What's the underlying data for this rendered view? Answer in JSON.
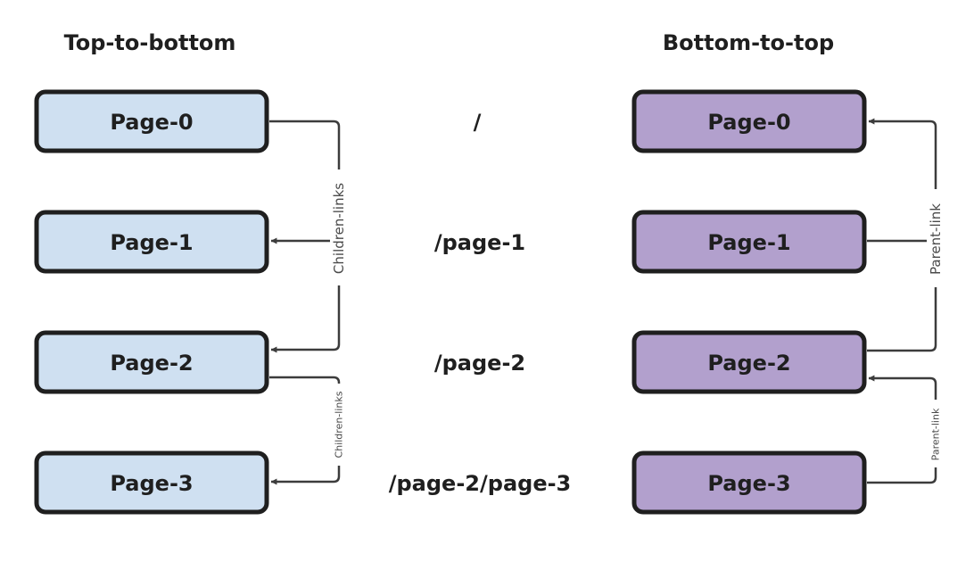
{
  "left": {
    "title": "Top-to-bottom",
    "pages": [
      "Page-0",
      "Page-1",
      "Page-2",
      "Page-3"
    ],
    "link_labels": [
      "Children-links",
      "Children-links"
    ]
  },
  "paths": [
    "/",
    "/page-1",
    "/page-2",
    "/page-2/page-3"
  ],
  "right": {
    "title": "Bottom-to-top",
    "pages": [
      "Page-0",
      "Page-1",
      "Page-2",
      "Page-3"
    ],
    "link_labels": [
      "Parent-link",
      "Parent-link"
    ]
  },
  "colors": {
    "left_node_fill": "#cfe0f1",
    "right_node_fill": "#b2a0cd",
    "outline": "#1f1f1f",
    "connector": "#3c3c3c"
  }
}
